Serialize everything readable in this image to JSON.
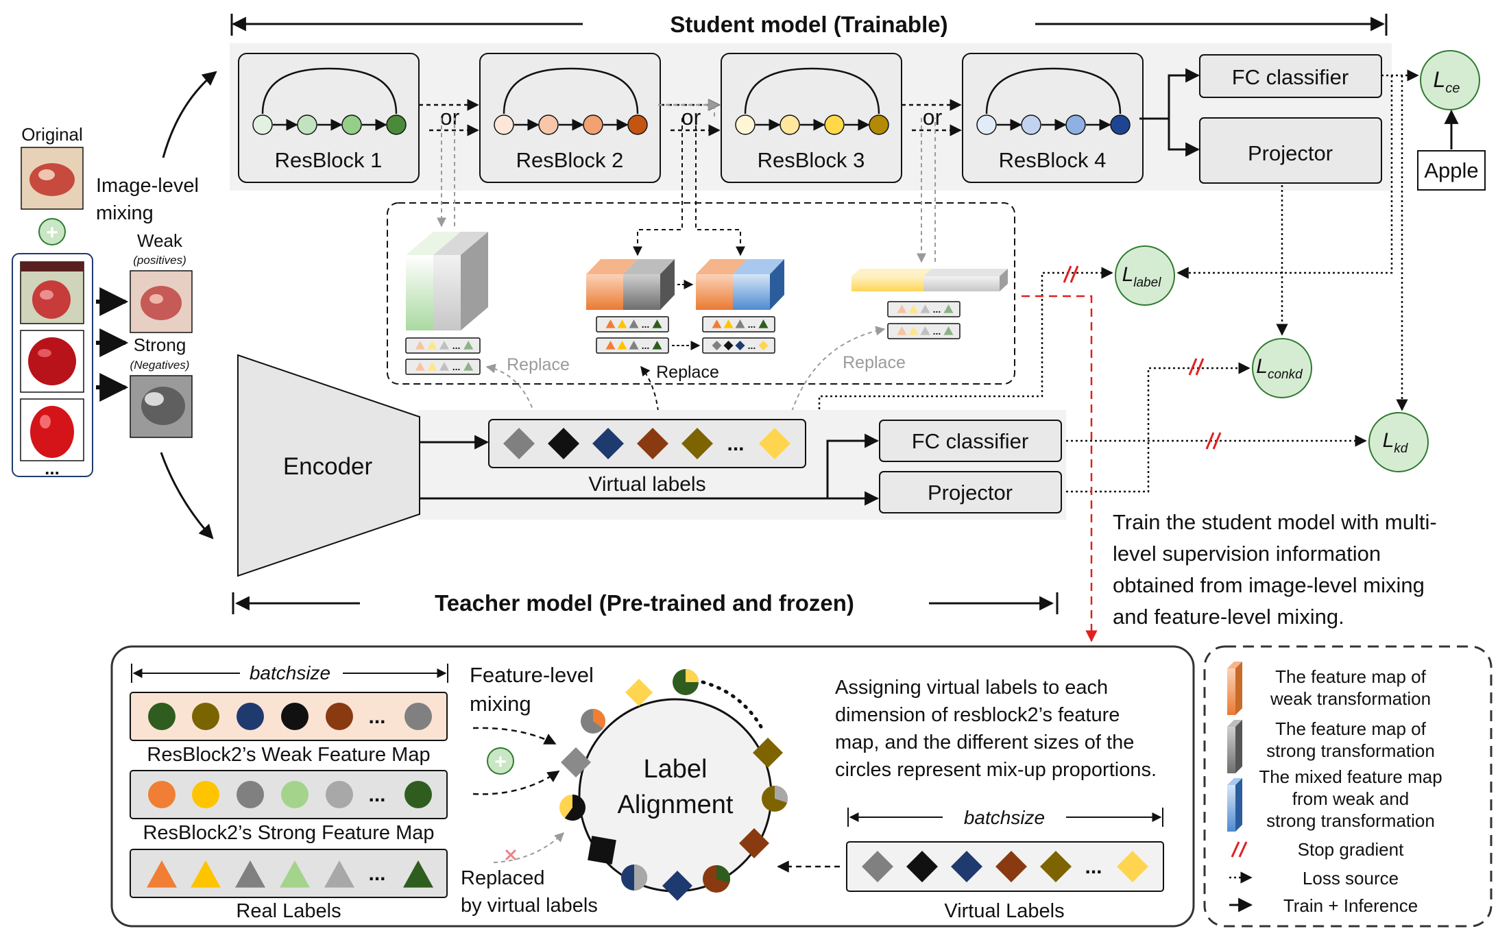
{
  "student": {
    "header": "Student model (Trainable)",
    "blocks": [
      {
        "label": "ResBlock 1",
        "colors": [
          "#e2f1e0",
          "#c3e3c0",
          "#94cf8a",
          "#4a8a3a"
        ]
      },
      {
        "label": "ResBlock 2",
        "colors": [
          "#fde7da",
          "#f8c6a8",
          "#f2a173",
          "#c45412"
        ]
      },
      {
        "label": "ResBlock 3",
        "colors": [
          "#fff6d6",
          "#ffe79d",
          "#ffd94a",
          "#b38a06"
        ]
      },
      {
        "label": "ResBlock 4",
        "colors": [
          "#e2ebf8",
          "#c3d3ef",
          "#8fb0e3",
          "#1f4590"
        ]
      }
    ],
    "or_label": "or",
    "fc_classifier": "FC classifier",
    "projector": "Projector"
  },
  "teacher": {
    "header": "Teacher model (Pre-trained and frozen)",
    "encoder": "Encoder",
    "virtual_labels": "Virtual labels",
    "fc_classifier": "FC classifier",
    "projector": "Projector"
  },
  "inputs": {
    "original": "Original",
    "image_level_mixing": [
      "Image-level",
      "mixing"
    ],
    "weak": "Weak",
    "positives": "(positives)",
    "strong": "Strong",
    "negatives": "(Negatives)",
    "ellipsis": "..."
  },
  "mixing_panel": {
    "replace_left": "Replace",
    "replace_center": "Replace",
    "replace_right": "Replace"
  },
  "losses": {
    "ce": {
      "main": "L",
      "sub": "ce"
    },
    "label": {
      "main": "L",
      "sub": "label"
    },
    "conkd": {
      "main": "L",
      "sub": "conkd"
    },
    "kd": {
      "main": "L",
      "sub": "kd"
    }
  },
  "apple_label": "Apple",
  "caption": [
    "Train the student model with multi-",
    "level supervision information",
    "obtained from image-level mixing",
    "and feature-level mixing."
  ],
  "bottom_panel": {
    "batchsize_left": "batchsize",
    "weak_map_label": "ResBlock2’s Weak Feature Map",
    "strong_map_label": "ResBlock2’s Strong Feature Map",
    "real_labels": "Real Labels",
    "feature_level_mixing": [
      "Feature-level",
      "mixing"
    ],
    "label_alignment": [
      "Label",
      "Alignment"
    ],
    "replaced": [
      "Replaced",
      "by virtual labels"
    ],
    "assigning_text": [
      "Assigning virtual labels to each",
      "dimension of resblock2’s feature",
      "map, and the different sizes of the",
      "circles represent mix-up proportions."
    ],
    "batchsize_right": "batchsize",
    "virtual_labels": "Virtual Labels"
  },
  "legend": {
    "weak_map": [
      "The feature map of",
      "weak transformation"
    ],
    "strong_map": [
      "The feature map of",
      "strong transformation"
    ],
    "mixed_map": [
      "The mixed feature map",
      "from weak and",
      "strong transformation"
    ],
    "stop_gradient": "Stop gradient",
    "loss_source": "Loss source",
    "train_inference": "Train + Inference"
  },
  "colors": {
    "weak_fill": "#fbe3d4",
    "strong_fill": "#e2e2e2",
    "loss_fill": "#d5ecd2",
    "loss_stroke": "#2f7a2f",
    "stop_gradient": "#e02020",
    "virtual_label_colors": [
      "#808080",
      "#111111",
      "#1f3a6e",
      "#8a3a10",
      "#7d6400",
      "#ffd54f"
    ],
    "weak_circles": [
      "#2f5d1f",
      "#7a6400",
      "#1f3a6e",
      "#111111",
      "#8a3a10",
      "#808080"
    ],
    "strong_circles": [
      "#f07e34",
      "#ffc400",
      "#808080",
      "#a4d38c",
      "#a8a8a8",
      "#2f5d1f"
    ],
    "real_triangles": [
      "#f07e34",
      "#ffc400",
      "#808080",
      "#a4d38c",
      "#a8a8a8",
      "#2f5d1f"
    ]
  }
}
